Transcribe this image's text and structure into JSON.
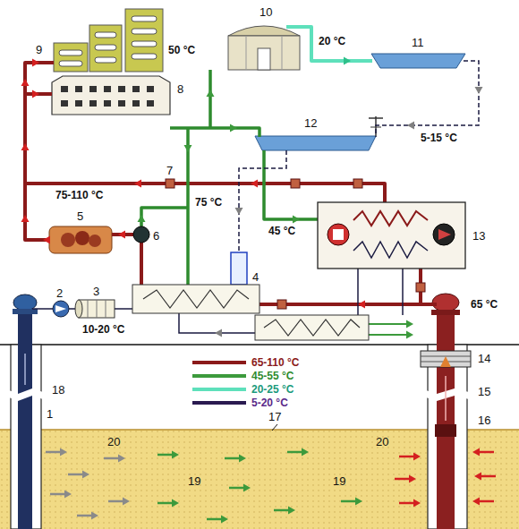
{
  "diagram": {
    "labels": [
      "9",
      "10",
      "50 °C",
      "20 °C",
      "11",
      "8",
      "12",
      "75-110 °C",
      "7",
      "5-15 °C",
      "5",
      "75 °C",
      "6",
      "45 °C",
      "13",
      "2",
      "3",
      "4",
      "65 °C",
      "10-20 °C",
      "18",
      "14",
      "1",
      "15",
      "16",
      "17",
      "20",
      "20",
      "19",
      "19"
    ],
    "legend": [
      {
        "text": "65-110 °C",
        "color": "#8b1a1a"
      },
      {
        "text": "45-55 °C",
        "color": "#3c9a3c"
      },
      {
        "text": "20-25 °C",
        "color": "#5ee0bb"
      },
      {
        "text": "5-20 °C",
        "color": "#2a1a50"
      }
    ]
  }
}
